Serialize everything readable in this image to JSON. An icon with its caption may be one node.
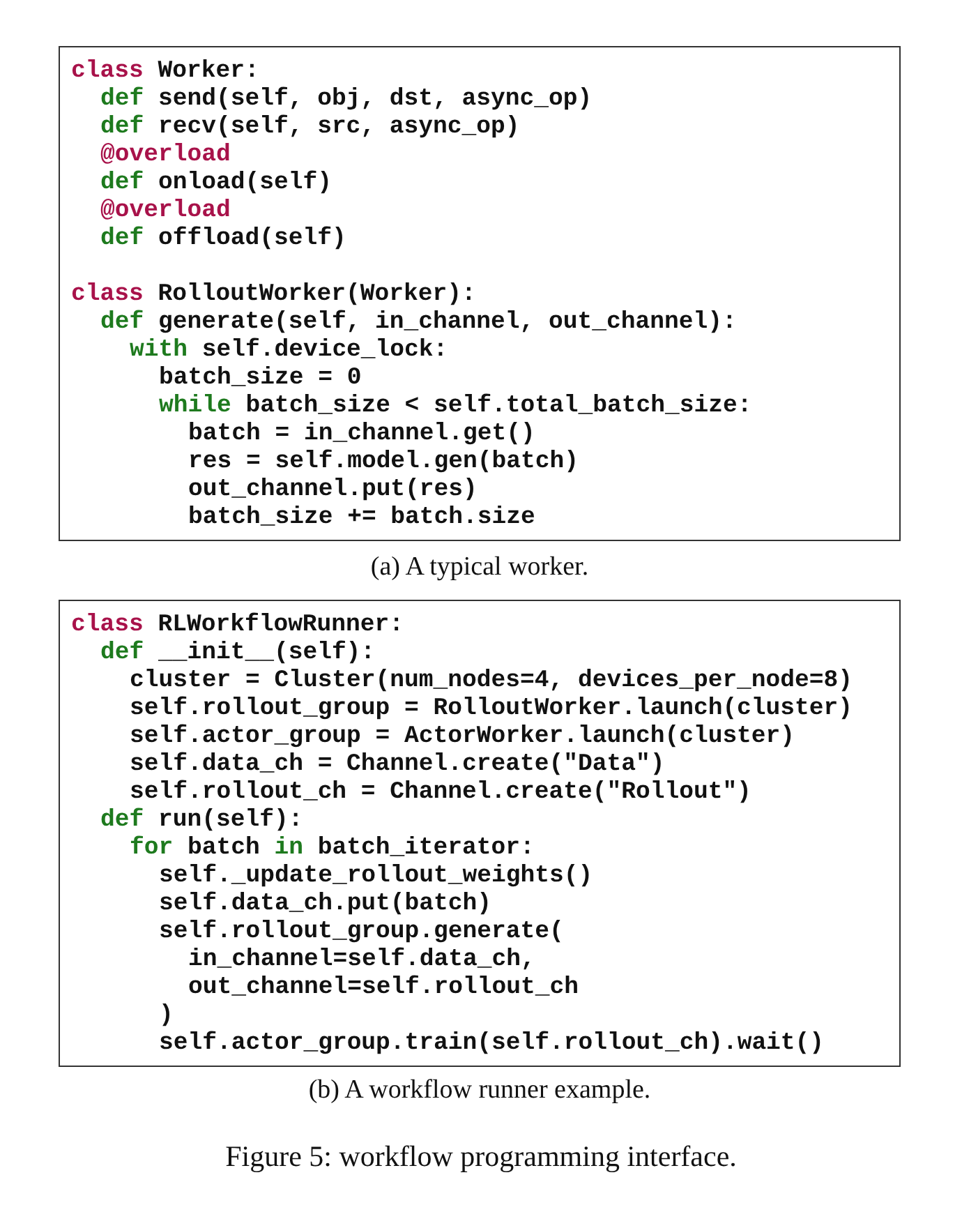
{
  "diagram": {
    "caption": "Figure 5: workflow programming interface.",
    "nodes": [
      {
        "text": [
          "class Worker:",
          "def send(self, obj, dst, async_op)",
          "def recv(self, src, async_op)",
          "@overload",
          "def onload(self)",
          "@overload",
          "def offload(self)",
          "class RolloutWorker(Worker):",
          "def generate(self, in_channel, out_channel):",
          "with self.device_lock:",
          "batch_size = 0",
          "while batch_size < self.total_batch_size:",
          "batch = in_channel.get()",
          "res = self.model.gen(batch)",
          "out_channel.put(res)",
          "batch_size += batch.size"
        ],
        "beside": [
          "(a) A typical worker."
        ]
      },
      {
        "text": [
          "class RLWorkflowRunner:",
          "def __init__(self):",
          "cluster = Cluster(num_nodes=4, devices_per_node=8)",
          "self.rollout_group = RolloutWorker.launch(cluster)",
          "self.actor_group = ActorWorker.launch(cluster)",
          "self.data_ch = Channel.create(\"Data\")",
          "self.rollout_ch = Channel.create(\"Rollout\")",
          "def run(self):",
          "for batch in batch_iterator:",
          "self._update_rollout_weights()",
          "self.data_ch.put(batch)",
          "self.rollout_group.generate(",
          "in_channel=self.data_ch,",
          "out_channel=self.rollout_ch",
          ")",
          "self.actor_group.train(self.rollout_ch).wait()"
        ],
        "beside": [
          "(b) A workflow runner example."
        ]
      }
    ]
  }
}
